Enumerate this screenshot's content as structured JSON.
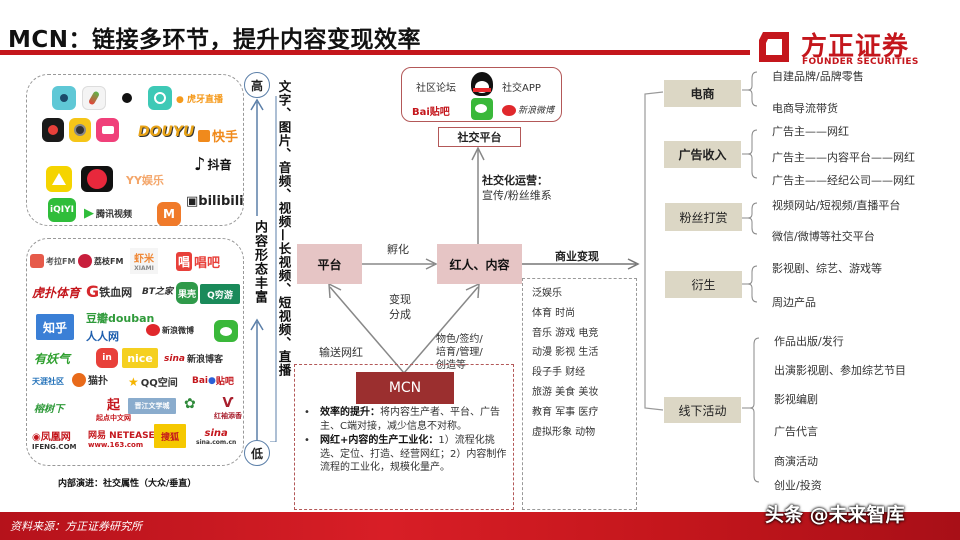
{
  "header": {
    "title": "MCN：链接多环节，提升内容变现效率",
    "logo_cn": "方正证券",
    "logo_en": "FOUNDER SECURITIES"
  },
  "platforms_top": {
    "apps": [
      {
        "name": "美拍",
        "color": "#5fc8d6"
      },
      {
        "name": "辣椒",
        "color": "#f2f2f2"
      },
      {
        "name": "一直播",
        "color": "#ffffff"
      },
      {
        "name": "映客",
        "color": "#3ec9b6"
      },
      {
        "name": "虎牙直播",
        "color": "#f59a1c"
      },
      {
        "name": "秒拍",
        "color": "#1a1a1a"
      },
      {
        "name": "花椒",
        "color": "#f5c518"
      },
      {
        "name": "小咖秀",
        "color": "#f0407a"
      },
      {
        "name": "DOUYU",
        "color": "#e8a317"
      },
      {
        "name": "快手",
        "color": "#f08a1c"
      },
      {
        "name": "梨视频",
        "color": "#f5d400"
      },
      {
        "name": "西瓜视频",
        "color": "#e8283c"
      },
      {
        "name": "YY娱乐",
        "color": "#f4a66a"
      },
      {
        "name": "抖音",
        "color": "#111111"
      },
      {
        "name": "iQIYI",
        "color": "#2fbd3a"
      },
      {
        "name": "腾讯视频",
        "color": "#2a8fd8"
      },
      {
        "name": "芒果TV",
        "color": "#f07a2a"
      },
      {
        "name": "bilibili",
        "color": "#222222"
      }
    ]
  },
  "platforms_bottom": {
    "apps": [
      {
        "name": "考拉FM",
        "color": "#e65a4a"
      },
      {
        "name": "荔枝FM",
        "color": "#c81e3c"
      },
      {
        "name": "虾米",
        "color": "#f08a3a"
      },
      {
        "name": "唱吧",
        "color": "#e8403a"
      },
      {
        "name": "虎扑体育",
        "color": "#c4161c"
      },
      {
        "name": "铁血网",
        "color": "#d6282c"
      },
      {
        "name": "BT之家",
        "color": "#2a6ec8"
      },
      {
        "name": "果壳",
        "color": "#2f9a4a"
      },
      {
        "name": "穷游",
        "color": "#1a8a5a"
      },
      {
        "name": "知乎",
        "color": "#3a7fd6"
      },
      {
        "name": "豆瓣 douban",
        "color": "#2f9a3a"
      },
      {
        "name": "人人网",
        "color": "#1f5fae"
      },
      {
        "name": "新浪微博",
        "color": "#e0282c"
      },
      {
        "name": "微信",
        "color": "#3ab83a"
      },
      {
        "name": "有妖气",
        "color": "#2fa02f"
      },
      {
        "name": "in",
        "color": "#e8403a"
      },
      {
        "name": "nice",
        "color": "#f5d020"
      },
      {
        "name": "新浪博客",
        "color": "#c4161c"
      },
      {
        "name": "天涯社区",
        "color": "#1f6fb8"
      },
      {
        "name": "猫扑",
        "color": "#e86a1a"
      },
      {
        "name": "QQ空间",
        "color": "#f5b400"
      },
      {
        "name": "Bai贴吧",
        "color": "#2a5fd6"
      },
      {
        "name": "榕树下",
        "color": "#2f9a3a"
      },
      {
        "name": "起点中文网",
        "color": "#c4161c"
      },
      {
        "name": "晋江文学",
        "color": "#5a8abf"
      },
      {
        "name": "红袖添香",
        "color": "#2f8a3a"
      },
      {
        "name": "17K",
        "color": "#a81e2c"
      },
      {
        "name": "凤凰网",
        "color": "#c4161c"
      },
      {
        "name": "网易 NETEASE",
        "color": "#c4161c"
      },
      {
        "name": "搜狐",
        "color": "#f5c800"
      },
      {
        "name": "sina新浪网",
        "color": "#c4161c"
      }
    ],
    "caption": "内部演进：社交属性（大众/垂直）"
  },
  "content_axis": {
    "high": "高",
    "low": "低",
    "axis_label": "内容形态丰富",
    "forms": "文字、图片、音频、视频—长视频、短视频、直播"
  },
  "social": {
    "forum": "社区论坛",
    "app": "社交APP",
    "baidu": "Bai贴吧",
    "weibo": "新浪微博",
    "platform": "社交平台",
    "operation_title": "社交化运营：",
    "operation_desc": "宣传/粉丝维系"
  },
  "flow": {
    "platform": "平台",
    "incubate": "孵化",
    "influencer": "红人、内容",
    "monetize": "商业变现",
    "share": "变现\n分成",
    "deliver": "输送网红",
    "scout": "物色/签约/\n培育/管理/\n创造等",
    "mcn": "MCN"
  },
  "mcn_points": [
    {
      "bold": "效率的提升：",
      "text": "将内容生产者、平台、广告主、C端对接，减少信息不对称。"
    },
    {
      "bold": "网红+内容的生产工业化：",
      "text": "1）流程化挑选、定位、打造、经营网红；2）内容制作流程的工业化，规模化量产。"
    }
  ],
  "categories": [
    "泛娱乐",
    "体育 时尚",
    "音乐 游戏 电竞",
    "动漫 影视 生活",
    "段子手 财经",
    "旅游 美食 美妆",
    "教育 军事 医疗",
    "虚拟形象 动物"
  ],
  "revenue": [
    {
      "label": "电商",
      "bold": true,
      "items": [
        "自建品牌/品牌零售",
        "电商导流带货"
      ]
    },
    {
      "label": "广告收入",
      "bold": true,
      "items": [
        "广告主——网红",
        "广告主——内容平台——网红",
        "广告主——经纪公司——网红"
      ]
    },
    {
      "label": "粉丝打赏",
      "bold": false,
      "items": [
        "视频网站/短视频/直播平台",
        "微信/微博等社交平台"
      ]
    },
    {
      "label": "衍生",
      "bold": false,
      "items": [
        "影视剧、综艺、游戏等",
        "周边产品"
      ]
    },
    {
      "label": "线下活动",
      "bold": false,
      "items": [
        "作品出版/发行",
        "出演影视剧、参加综艺节目",
        "影视编剧",
        "广告代言",
        "商演活动",
        "创业/投资"
      ]
    }
  ],
  "footer": {
    "source": "资料来源：方正证券研究所",
    "watermark": "头条 @未来智库"
  },
  "colors": {
    "brand_red": "#c4161c",
    "pink_box": "#e6c5c5",
    "tan_box": "#dcd7c5",
    "mcn_box": "#9b2f2f",
    "axis_blue": "#5b7fa8"
  }
}
